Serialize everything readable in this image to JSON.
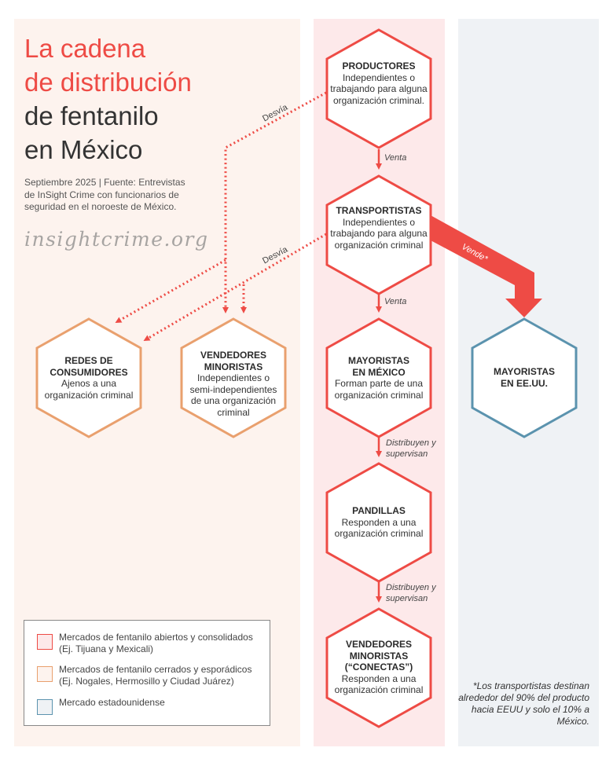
{
  "title": {
    "line1": "La cadena",
    "line2": "de distribución",
    "line3": "de fentanilo",
    "line4": "en México"
  },
  "subtitle": "Septiembre 2025 | Fuente: Entrevistas de InSight Crime con funcionarios de seguridad en el noroeste de México.",
  "logo": "insightcrime.org",
  "colors": {
    "red": "#ee4b45",
    "orange": "#e9a06e",
    "blue": "#5b93ae",
    "panel_left": "#fdf3ee",
    "panel_mid": "#fde9ea",
    "panel_right": "#eff2f5"
  },
  "nodes": {
    "productores": {
      "title": "PRODUCTORES",
      "desc": "Independientes o trabajando para alguna organización criminal."
    },
    "transportistas": {
      "title": "TRANSPORTISTAS",
      "desc": "Independientes o trabajando para alguna organización criminal"
    },
    "mayoristas_mx": {
      "title": "MAYORISTAS EN MÉXICO",
      "desc": "Forman parte de una organización criminal"
    },
    "pandillas": {
      "title": "PANDILLAS",
      "desc": "Responden a una organización criminal"
    },
    "vendedores_conectas": {
      "title": "VENDEDORES MINORISTAS (“CONECTAS”)",
      "desc": "Responden a una organización criminal"
    },
    "redes": {
      "title": "REDES DE CONSUMIDORES",
      "desc": "Ajenos a una organización criminal"
    },
    "vendedores_minoristas": {
      "title": "VENDEDORES MINORISTAS",
      "desc": "Independientes o semi-independientes de una organización criminal"
    },
    "mayoristas_us": {
      "title": "MAYORISTAS EN EE.UU.",
      "desc": ""
    }
  },
  "edges": {
    "venta1": "Venta",
    "venta2": "Venta",
    "distribuyen1": "Distribuyen y supervisan",
    "distribuyen2": "Distribuyen y supervisan",
    "desvia1": "Desvía",
    "desvia2": "Desvía",
    "vende": "Vende*"
  },
  "legend": [
    {
      "text": "Mercados de fentanilo abiertos y consolidados (Ej. Tijuana y Mexicali)"
    },
    {
      "text": "Mercados de fentanilo cerrados y esporádicos (Ej. Nogales, Hermosillo y Ciudad Juárez)"
    },
    {
      "text": "Mercado estadounidense"
    }
  ],
  "footnote": "*Los transportistas destinan alrededor del 90% del producto hacia EEUU y solo el 10% a México."
}
